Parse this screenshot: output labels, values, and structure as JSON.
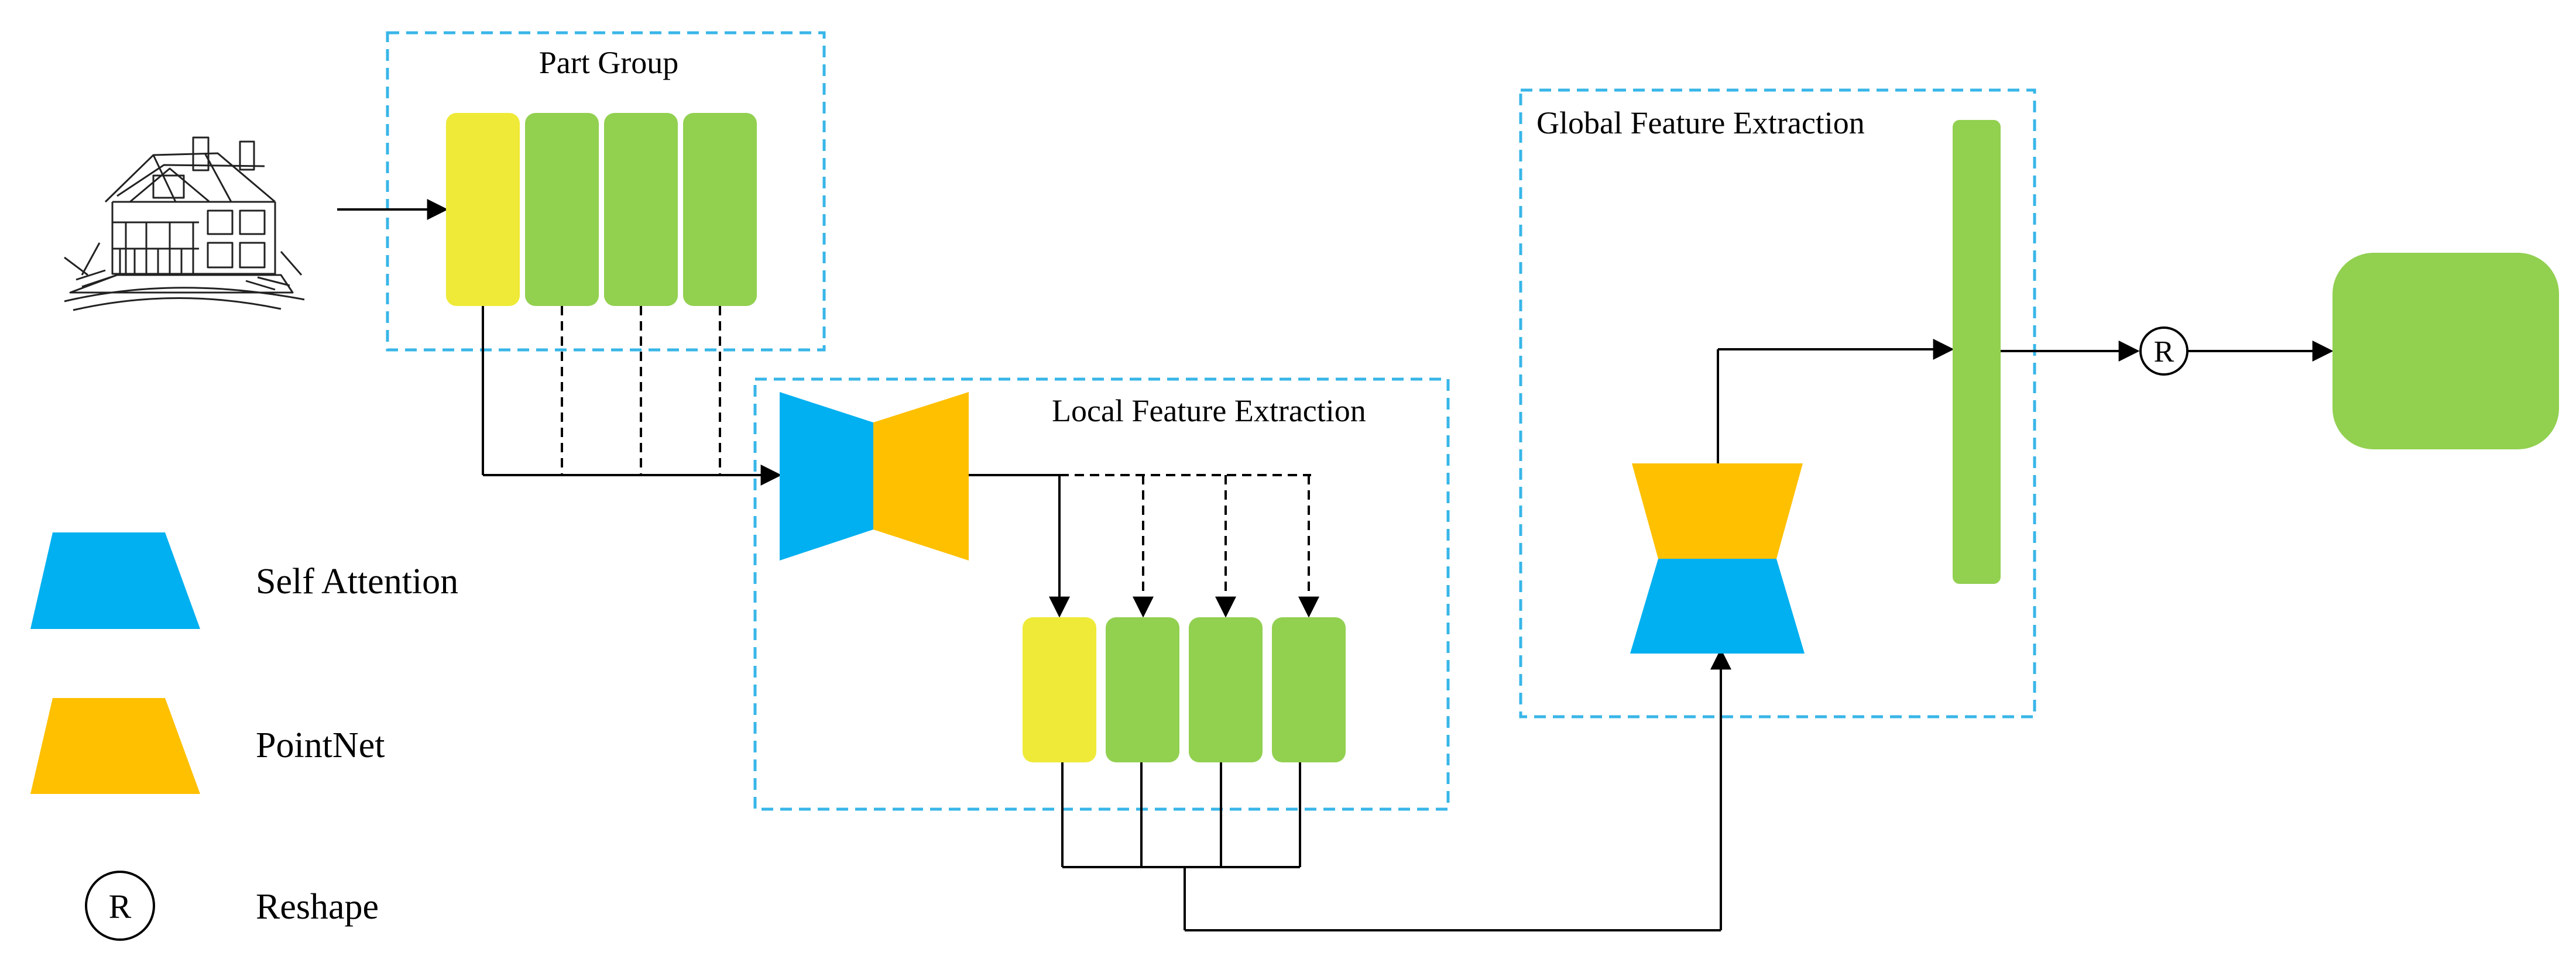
{
  "groups": {
    "part_group": "Part Group",
    "local_feature_extraction": "Local Feature Extraction",
    "global_feature_extraction": "Global Feature Extraction"
  },
  "legend": {
    "self_attention": "Self Attention",
    "pointnet": "PointNet",
    "reshape": "Reshape",
    "reshape_symbol": "R"
  },
  "colors": {
    "self_attention": "#00B0F0",
    "pointnet": "#FFC000",
    "feature_yellow": "#EEEA37",
    "feature_green": "#92D050",
    "group_border": "#38B6E8",
    "line": "#000000"
  },
  "icons": {
    "input": "house-sketch-icon"
  }
}
